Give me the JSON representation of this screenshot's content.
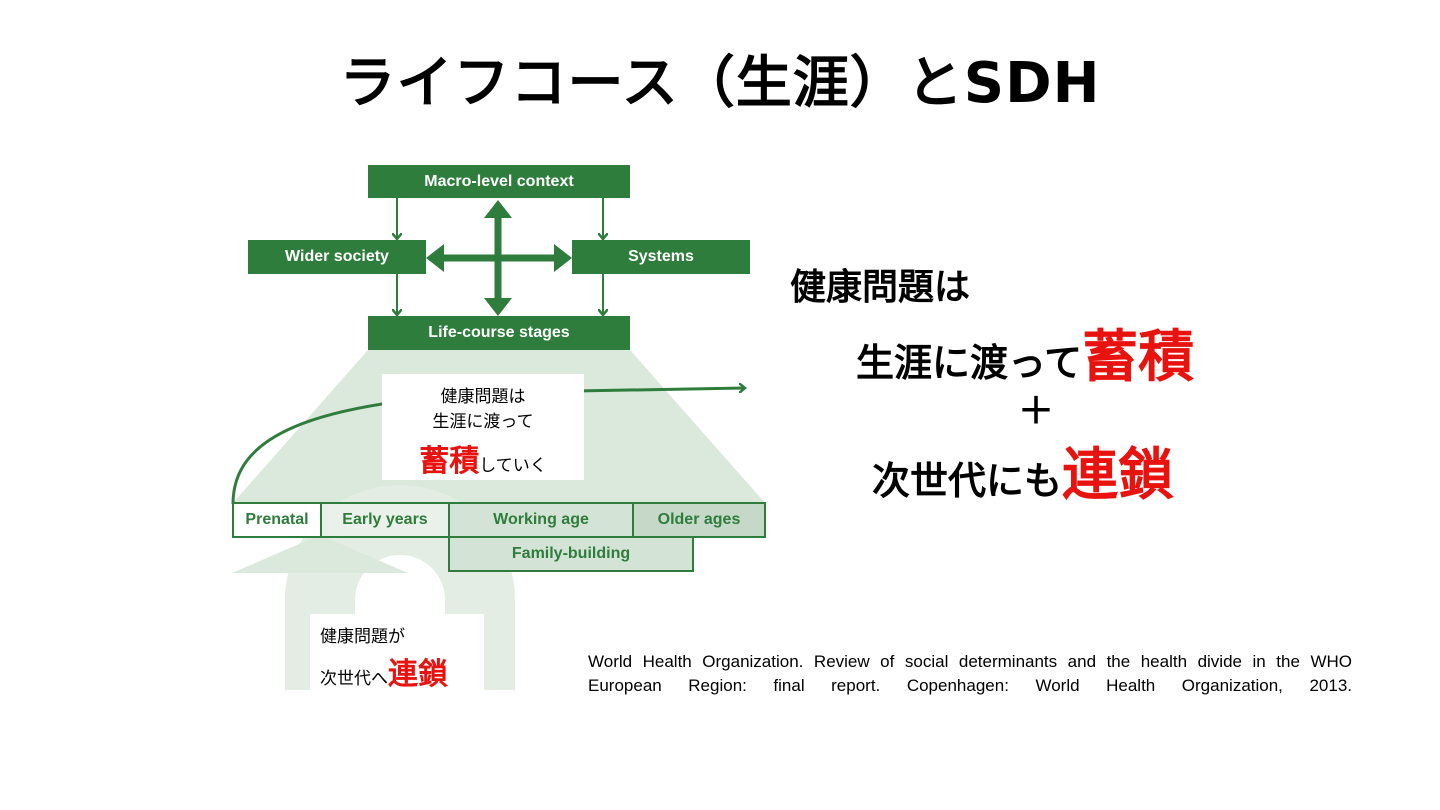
{
  "title": "ライフコース（生涯）とSDH",
  "diagram": {
    "top_box": "Macro-level context",
    "left_box": "Wider society",
    "right_box": "Systems",
    "bottom_box": "Life-course stages",
    "stages": [
      "Prenatal",
      "Early years",
      "Working age",
      "Older ages"
    ],
    "family_building": "Family-building",
    "note_accumulate": {
      "line1": "健康問題は",
      "line2": "生涯に渡って",
      "emph": "蓄積",
      "tail": "していく"
    },
    "note_chain": {
      "line1": "健康問題が",
      "line2_prefix": "次世代へ",
      "emph": "連鎖"
    }
  },
  "summary": {
    "line1": "健康問題は",
    "line2_prefix": "生涯に渡って",
    "line2_emph": "蓄積",
    "plus": "＋",
    "line3_prefix": "次世代にも",
    "line3_emph": "連鎖"
  },
  "citation": "World Health Organization. Review of social determinants and the health divide in the WHO European Region: final report. Copenhagen: World Health Organization, 2013.",
  "colors": {
    "green": "#2e7d3c",
    "light_green": "#dbe8dc",
    "red": "#e8120e"
  }
}
